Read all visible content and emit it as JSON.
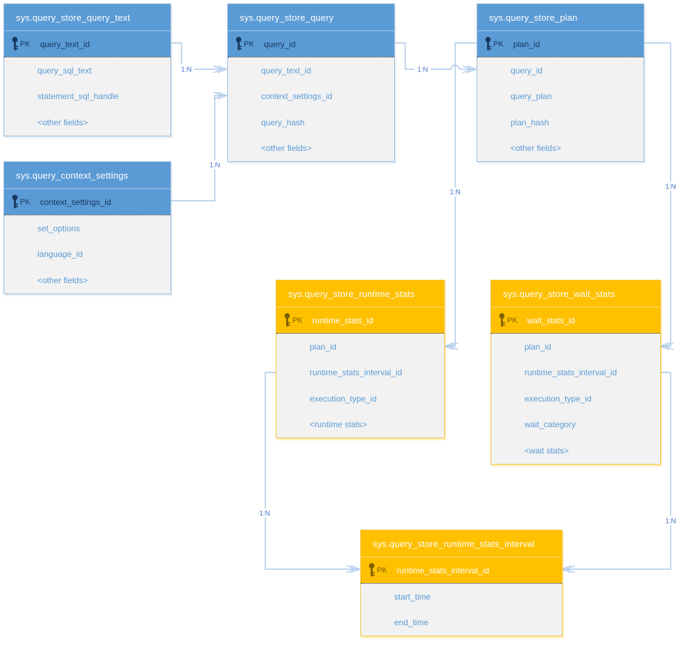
{
  "diagram": {
    "kind": "entity-relationship-diagram",
    "colors": {
      "blue_header": "#5b9bd5",
      "orange_header": "#ffc000",
      "body_background": "#f2f2f2",
      "field_text": "#5b9bd5",
      "blue_pk_text": "#17375e",
      "orange_pk_text": "#ffffff",
      "connector_line": "#a9c7e8",
      "cardinality_text": "#4472c4"
    }
  },
  "tables": [
    {
      "title": "sys.query_store_query_text",
      "theme": "blue",
      "pk_label": "PK",
      "pk_field": "query_text_id",
      "fields": [
        "query_sql_text",
        "statement_sql_handle",
        "<other fields>"
      ]
    },
    {
      "title": "sys.query_store_query",
      "theme": "blue",
      "pk_label": "PK",
      "pk_field": "query_id",
      "fields": [
        "query_text_id",
        "context_settings_id",
        "query_hash",
        "<other fields>"
      ]
    },
    {
      "title": "sys.query_store_plan",
      "theme": "blue",
      "pk_label": "PK",
      "pk_field": "plan_id",
      "fields": [
        "query_id",
        "query_plan",
        "plan_hash",
        "<other fields>"
      ]
    },
    {
      "title": "sys.query_context_settings",
      "theme": "blue",
      "pk_label": "PK",
      "pk_field": "context_settings_id",
      "fields": [
        "set_options",
        "language_id",
        "<other fields>"
      ]
    },
    {
      "title": "sys.query_store_runtime_stats",
      "theme": "orange",
      "pk_label": "PK",
      "pk_field": "runtime_stats_id",
      "fields": [
        "plan_id",
        "runtime_stats_interval_id",
        "execution_type_id",
        "<runtime stats>"
      ]
    },
    {
      "title": "sys.query_store_wait_stats",
      "theme": "orange",
      "pk_label": "PK",
      "pk_field": "wait_stats_id",
      "fields": [
        "plan_id",
        "runtime_stats_interval_id",
        "execution_type_id",
        "wait_category",
        "<wait stats>"
      ]
    },
    {
      "title": "sys.query_store_runtime_stats_interval",
      "theme": "orange",
      "pk_label": "PK",
      "pk_field": "runtime_stats_interval_id",
      "fields": [
        "start_time",
        "end_time"
      ]
    }
  ],
  "connectors": [
    {
      "label": "1:N",
      "from": "sys.query_store_query_text.query_text_id",
      "to": "sys.query_store_query.query_text_id"
    },
    {
      "label": "1:N",
      "from": "sys.query_context_settings.context_settings_id",
      "to": "sys.query_store_query.context_settings_id"
    },
    {
      "label": "1:N",
      "from": "sys.query_store_query.query_id",
      "to": "sys.query_store_plan.query_id"
    },
    {
      "label": "1:N",
      "from": "sys.query_store_plan.plan_id",
      "to": "sys.query_store_runtime_stats.plan_id"
    },
    {
      "label": "1:N",
      "from": "sys.query_store_plan.plan_id",
      "to": "sys.query_store_wait_stats.plan_id"
    },
    {
      "label": "1:N",
      "from": "sys.query_store_runtime_stats.runtime_stats_interval_id",
      "to": "sys.query_store_runtime_stats_interval.runtime_stats_interval_id"
    },
    {
      "label": "1:N",
      "from": "sys.query_store_wait_stats.runtime_stats_interval_id",
      "to": "sys.query_store_runtime_stats_interval.runtime_stats_interval_id"
    }
  ]
}
